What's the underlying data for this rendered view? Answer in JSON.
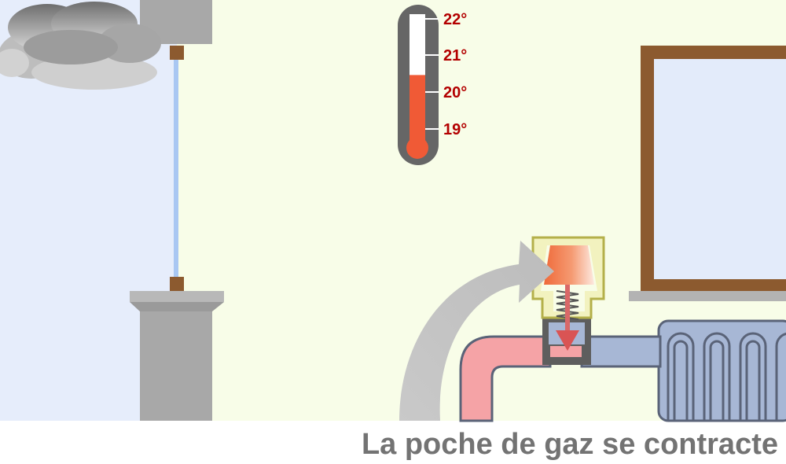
{
  "caption": "La poche de gaz se contracte",
  "thermometer": {
    "ticks": [
      "22°",
      "21°",
      "20°",
      "19°"
    ],
    "level": 0.55
  },
  "colors": {
    "wall": "#f8fde8",
    "outside": "#e6edfb",
    "window_frame": "#8c5a2f",
    "tick_text": "#b30000",
    "mercury": "#f05a36",
    "hot_pipe": "#f5a3a6",
    "cold_pipe": "#a7b7d5",
    "caption": "#737373"
  },
  "icons": [
    "cloud-icon",
    "thermometer-icon",
    "curved-arrow-icon",
    "spring-icon",
    "down-arrow-icon"
  ]
}
